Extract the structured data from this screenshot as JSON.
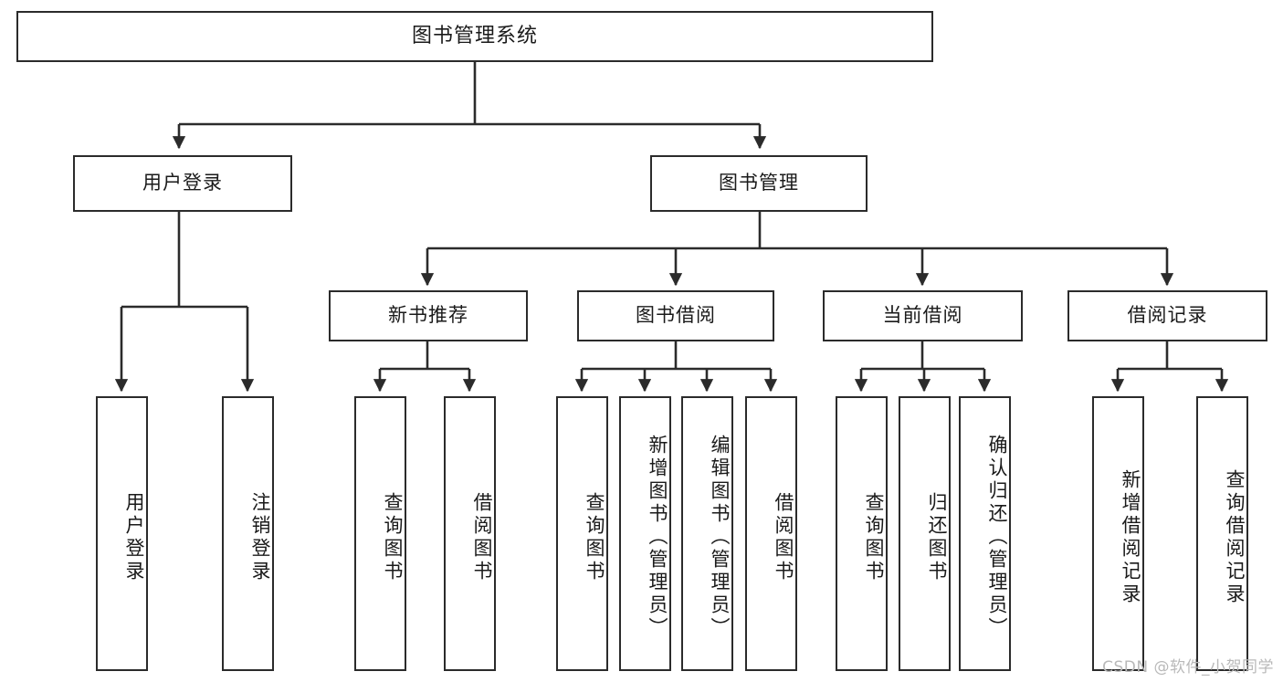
{
  "diagram": {
    "title": "图书管理系统",
    "type": "tree-hierarchy",
    "levels": {
      "root": "图书管理系统",
      "modules": [
        "用户登录",
        "图书管理"
      ],
      "submodules": [
        "新书推荐",
        "图书借阅",
        "当前借阅",
        "借阅记录"
      ]
    },
    "nodes": {
      "root": {
        "label": "图书管理系统"
      },
      "user_login": {
        "label": "用户登录"
      },
      "book_manage": {
        "label": "图书管理"
      },
      "new_book_rec": {
        "label": "新书推荐"
      },
      "book_borrow": {
        "label": "图书借阅"
      },
      "current_borrow": {
        "label": "当前借阅"
      },
      "borrow_record": {
        "label": "借阅记录"
      },
      "leaf_user_login": {
        "label": "用户登录"
      },
      "leaf_logout": {
        "label": "注销登录"
      },
      "leaf_query_book_1": {
        "label": "查询图书"
      },
      "leaf_borrow_book_1": {
        "label": "借阅图书"
      },
      "leaf_query_book_2": {
        "label": "查询图书"
      },
      "leaf_add_book_admin": {
        "label": "新增图书（管理员）"
      },
      "leaf_edit_book_admin": {
        "label": "编辑图书（管理员）"
      },
      "leaf_borrow_book_2": {
        "label": "借阅图书"
      },
      "leaf_query_book_3": {
        "label": "查询图书"
      },
      "leaf_return_book": {
        "label": "归还图书"
      },
      "leaf_confirm_return_admin": {
        "label": "确认归还（管理员）"
      },
      "leaf_add_borrow_record": {
        "label": "新增借阅记录"
      },
      "leaf_query_borrow_record": {
        "label": "查询借阅记录"
      }
    },
    "colors": {
      "border": "#2b2b2b",
      "background": "#ffffff",
      "text": "#1a1a1a",
      "watermark": "#b9b9b9"
    }
  },
  "watermark": {
    "text": "CSDN @软件_小贺同学"
  }
}
